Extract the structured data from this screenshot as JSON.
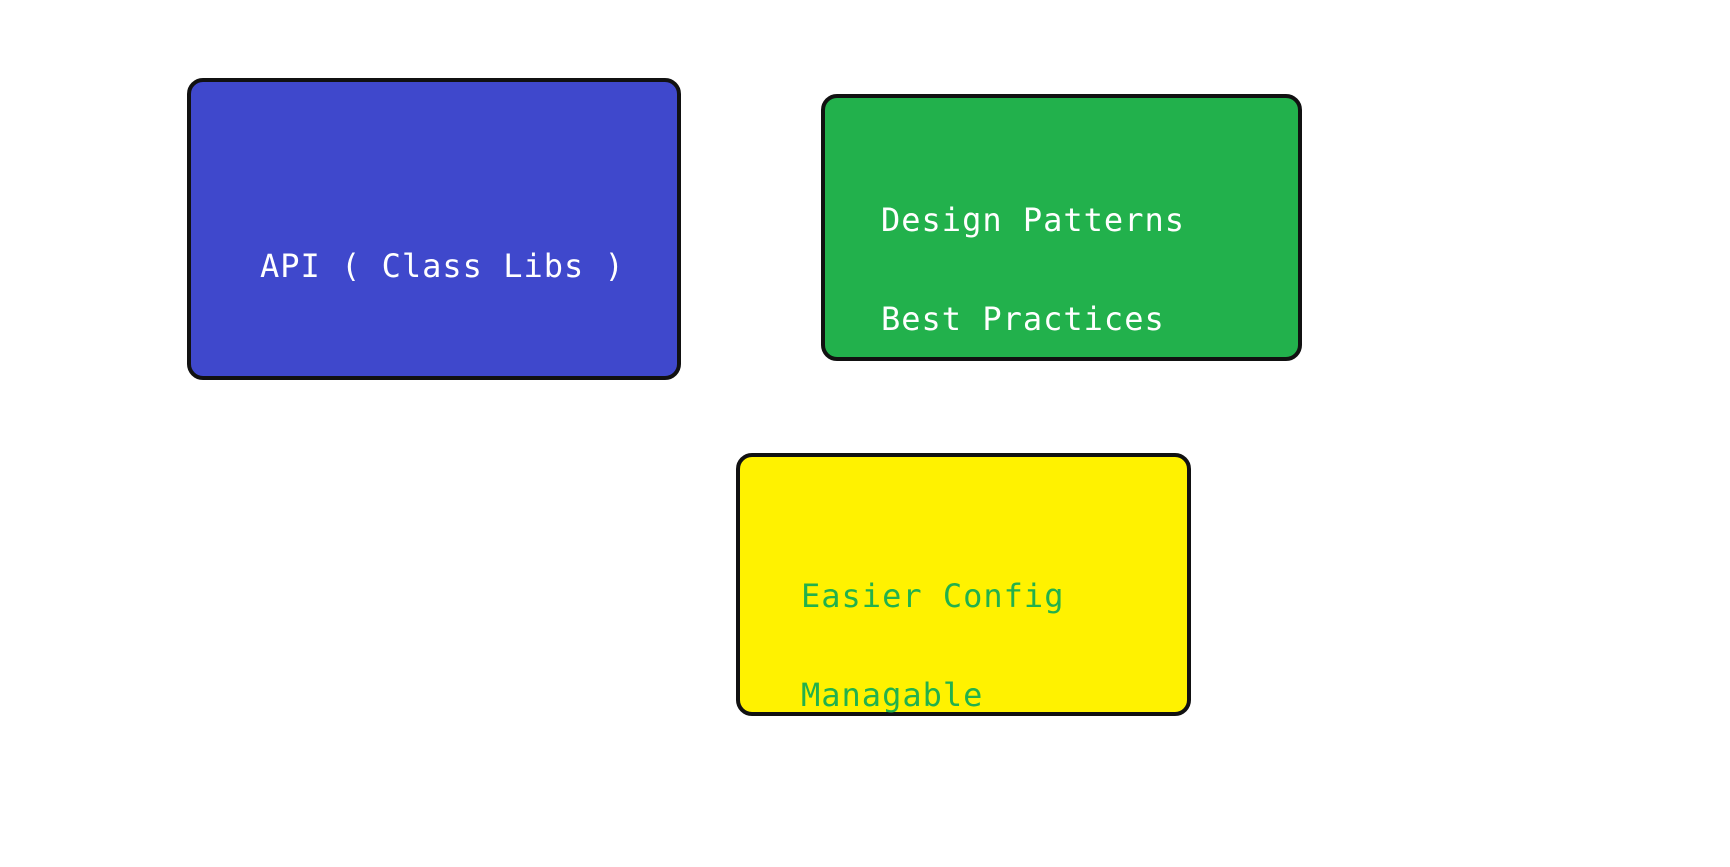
{
  "boxes": [
    {
      "id": "api",
      "lines": [
        "API ( Class Libs )"
      ],
      "fill": "#3f48cc",
      "text_color": "#ffffff"
    },
    {
      "id": "design",
      "lines": [
        "Design Patterns",
        "Best Practices"
      ],
      "fill": "#22b14c",
      "text_color": "#ffffff"
    },
    {
      "id": "config",
      "lines": [
        "Easier Config",
        "Managable"
      ],
      "fill": "#fff200",
      "text_color": "#22b14c"
    }
  ],
  "border_color": "#111111"
}
